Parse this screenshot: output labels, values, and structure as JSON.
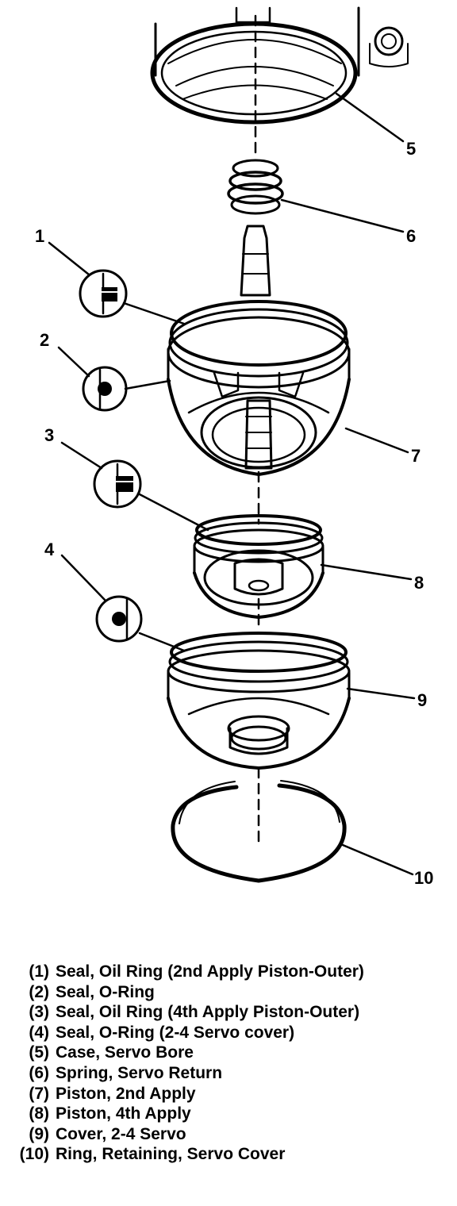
{
  "callouts": [
    "1",
    "2",
    "3",
    "4",
    "5",
    "6",
    "7",
    "8",
    "9",
    "10"
  ],
  "legend": [
    {
      "num": "(1)",
      "text": "Seal, Oil Ring (2nd Apply Piston-Outer)"
    },
    {
      "num": "(2)",
      "text": "Seal, O-Ring"
    },
    {
      "num": "(3)",
      "text": "Seal, Oil Ring (4th Apply Piston-Outer)"
    },
    {
      "num": "(4)",
      "text": "Seal, O-Ring (2-4 Servo cover)"
    },
    {
      "num": "(5)",
      "text": "Case, Servo Bore"
    },
    {
      "num": "(6)",
      "text": "Spring, Servo Return"
    },
    {
      "num": "(7)",
      "text": "Piston, 2nd Apply"
    },
    {
      "num": "(8)",
      "text": "Piston, 4th Apply"
    },
    {
      "num": "(9)",
      "text": "Cover, 2-4 Servo"
    },
    {
      "num": "(10)",
      "text": "Ring, Retaining, Servo Cover"
    }
  ]
}
